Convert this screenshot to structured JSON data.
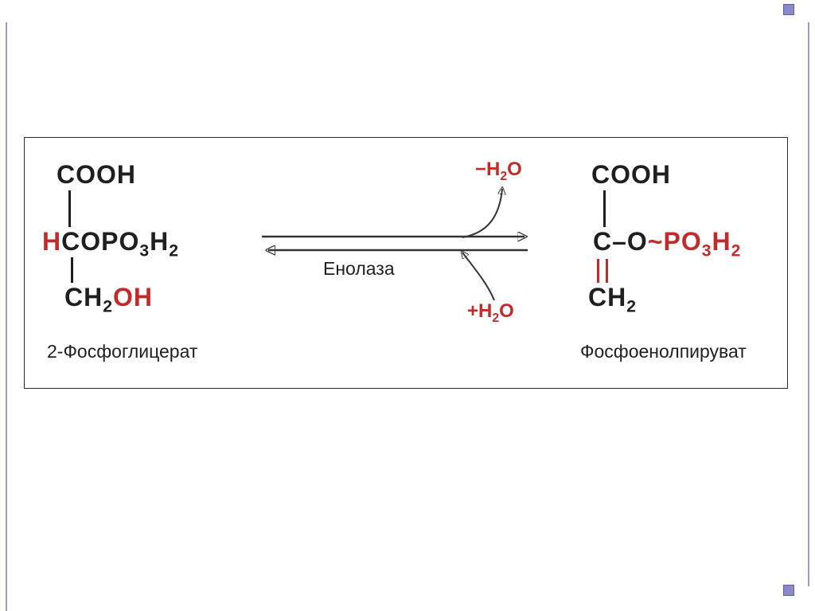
{
  "slide": {
    "frame": {
      "line_color": "#9b9bd4",
      "corner_fill": "#8a8ac6",
      "corner_border": "#5f5fa5"
    }
  },
  "diagram": {
    "colors": {
      "ink": "#1f1f1f",
      "highlight_red": "#c32b2b",
      "arrow": "#333333",
      "panel_border": "#2b2b2b"
    },
    "left_molecule": {
      "line1": "COOH",
      "line2_h": "H",
      "line2_rest": "COPO_3H_2",
      "line3_ch2": "CH_2",
      "line3_oh": "OH",
      "caption": "2-Фосфоглицерат"
    },
    "reaction": {
      "enzyme": "Енолаза",
      "water_out": "−H_2O",
      "water_in": "+H_2O"
    },
    "right_molecule": {
      "line1": "COOH",
      "line2_co": "C–O",
      "line2_phosphate": "~PO_3H_2",
      "line3": "CH_2",
      "caption": "Фосфоенолпируват"
    }
  }
}
